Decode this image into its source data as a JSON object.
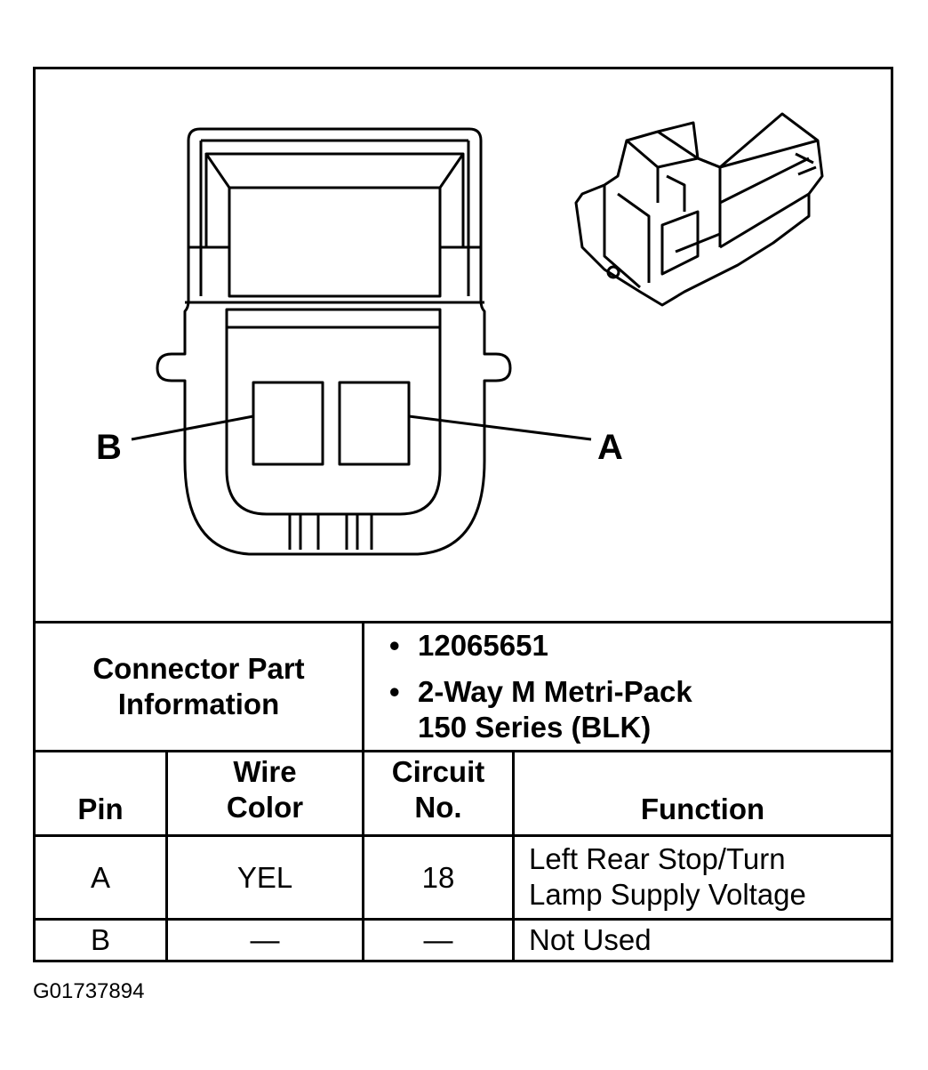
{
  "drawing": {
    "pin_labels": [
      "B",
      "A"
    ]
  },
  "connector_info": {
    "label": "Connector Part Information",
    "bullet": "•",
    "part_number": "12065651",
    "description_line1": "2-Way M Metri-Pack",
    "description_line2": "150 Series (BLK)"
  },
  "table": {
    "headers": {
      "pin": "Pin",
      "wire_color_line1": "Wire",
      "wire_color_line2": "Color",
      "circuit_line1": "Circuit",
      "circuit_line2": "No.",
      "function": "Function"
    },
    "rows": [
      {
        "pin": "A",
        "wire_color": "YEL",
        "circuit": "18",
        "function_line1": "Left Rear Stop/Turn",
        "function_line2": "Lamp Supply Voltage"
      },
      {
        "pin": "B",
        "wire_color": "—",
        "circuit": "—",
        "function_line1": "Not Used",
        "function_line2": ""
      }
    ]
  },
  "footer": {
    "figure_id": "G01737894"
  }
}
